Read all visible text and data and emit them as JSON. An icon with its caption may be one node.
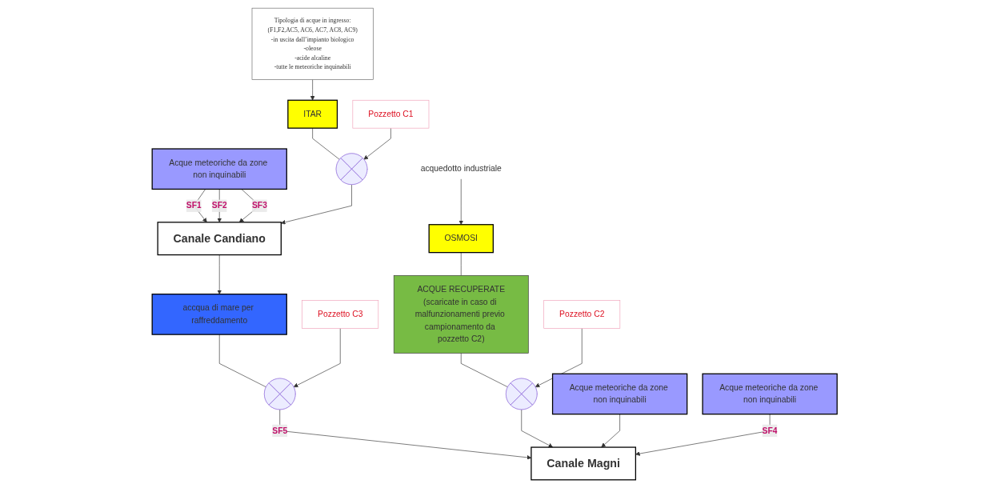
{
  "diagram": {
    "nodes": [
      {
        "text": [
          "Canale Candiano"
        ]
      },
      {
        "text": [
          "Tipologia di acque in ingresso:",
          "(F1,F2,AC5, AC6, AC7, AC8, AC9)",
          "-in uscita dall’impianto biologico",
          "-oleose",
          "-acide alcaline",
          "-tutte le meteoriche inquinabili"
        ]
      },
      {
        "text": [
          "acquedotto industriale"
        ]
      },
      {
        "text": [
          "Acque meteoriche da zone non inquinabili"
        ]
      },
      {
        "text": [
          "ITAR"
        ]
      },
      {
        "text": [
          "OSMOSI"
        ]
      },
      {
        "text": [
          "accqua di mare per raffreddamento"
        ]
      },
      {
        "text": [
          "Acque meteoriche da zone non inquinabili"
        ]
      },
      {
        "text": [
          "Acque meteoriche da zone non inquinabili"
        ]
      },
      {
        "text": [],
        "shape": "cross"
      },
      {
        "text": [
          "Pozzetto  C1"
        ]
      },
      {
        "text": [
          "ACQUE RECUPERATE",
          "(scaricate in caso di malfunzionamenti previo campionamento da pozzetto C2)"
        ]
      },
      {
        "text": [],
        "shape": "cross"
      },
      {
        "text": [
          "Pozzetto C3"
        ]
      },
      {
        "text": [],
        "shape": "cross"
      },
      {
        "text": [
          "Pozzetto C2"
        ]
      },
      {
        "text": [
          "Canale Magni"
        ]
      }
    ],
    "edges": [
      {
        "from": 3,
        "to": 0,
        "arrow": "to",
        "label": "SF1"
      },
      {
        "from": 3,
        "to": 0,
        "arrow": "to",
        "label": "SF2"
      },
      {
        "from": 3,
        "to": 0,
        "arrow": "to",
        "label": "SF3"
      },
      {
        "from": 1,
        "to": 4,
        "arrow": "to"
      },
      {
        "from": 2,
        "to": 5,
        "arrow": "to"
      },
      {
        "from": 0,
        "to": 6,
        "arrow": "to"
      },
      {
        "from": 4,
        "to": 9,
        "arrow": "none"
      },
      {
        "from": 10,
        "to": 9,
        "arrow": "to"
      },
      {
        "from": 9,
        "to": 0,
        "arrow": "to"
      },
      {
        "from": 5,
        "to": 11,
        "arrow": "none"
      },
      {
        "from": 11,
        "to": 14,
        "arrow": "none"
      },
      {
        "from": 15,
        "to": 14,
        "arrow": "to"
      },
      {
        "from": 6,
        "to": 12,
        "arrow": "none"
      },
      {
        "from": 13,
        "to": 12,
        "arrow": "to"
      },
      {
        "from": 12,
        "to": 16,
        "arrow": "to",
        "label": "SF5"
      },
      {
        "from": 14,
        "to": 16,
        "arrow": "to"
      },
      {
        "from": 7,
        "to": 16,
        "arrow": "to"
      },
      {
        "from": 8,
        "to": 16,
        "arrow": "to",
        "label": "SF4"
      }
    ]
  }
}
